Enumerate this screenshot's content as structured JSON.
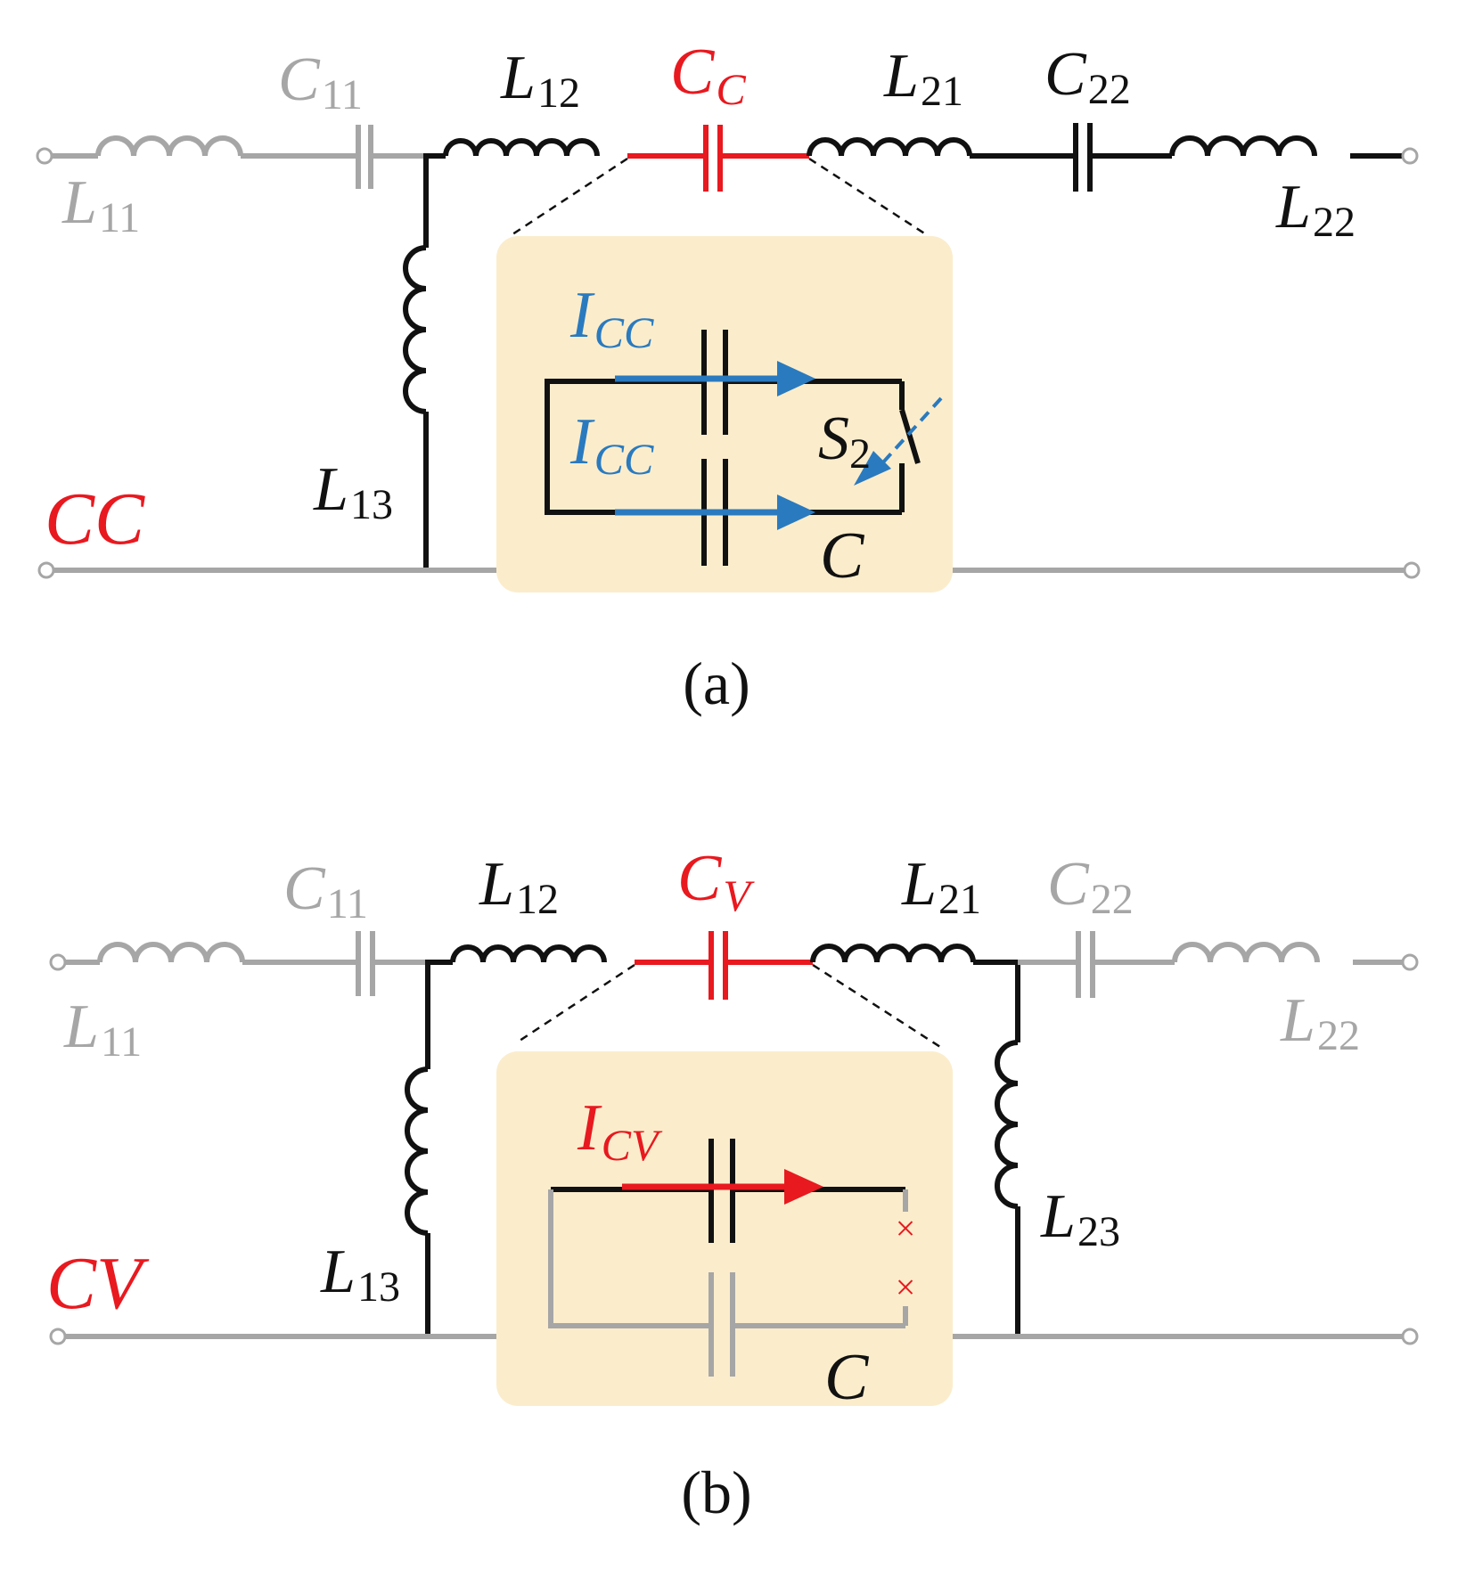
{
  "colors": {
    "black": "#111111",
    "gray": "#a6a6a6",
    "red": "#e8191f",
    "blue": "#2a7abf",
    "inset_fill": "#fbedcc"
  },
  "panel_a": {
    "caption": "(a)",
    "mode_label": "CC",
    "C11": {
      "main": "C",
      "sub": "11"
    },
    "L11": {
      "main": "L",
      "sub": "11"
    },
    "L12": {
      "main": "L",
      "sub": "12"
    },
    "CC": {
      "main": "C",
      "sub": "C"
    },
    "L21": {
      "main": "L",
      "sub": "21"
    },
    "C22": {
      "main": "C",
      "sub": "22"
    },
    "L22": {
      "main": "L",
      "sub": "22"
    },
    "L13": {
      "main": "L",
      "sub": "13"
    },
    "inset": {
      "current_top": {
        "main": "I",
        "sub": "CC"
      },
      "current_bottom": {
        "main": "I",
        "sub": "CC"
      },
      "switch": {
        "main": "S",
        "sub": "2"
      },
      "cap_label": "C"
    }
  },
  "panel_b": {
    "caption": "(b)",
    "mode_label": "CV",
    "C11": {
      "main": "C",
      "sub": "11"
    },
    "L11": {
      "main": "L",
      "sub": "11"
    },
    "L12": {
      "main": "L",
      "sub": "12"
    },
    "CV": {
      "main": "C",
      "sub": "V"
    },
    "L21": {
      "main": "L",
      "sub": "21"
    },
    "C22": {
      "main": "C",
      "sub": "22"
    },
    "L22": {
      "main": "L",
      "sub": "22"
    },
    "L13": {
      "main": "L",
      "sub": "13"
    },
    "L23": {
      "main": "L",
      "sub": "23"
    },
    "inset": {
      "current": {
        "main": "I",
        "sub": "CV"
      },
      "cap_label": "C",
      "open_marks": [
        "×",
        "×"
      ]
    }
  }
}
